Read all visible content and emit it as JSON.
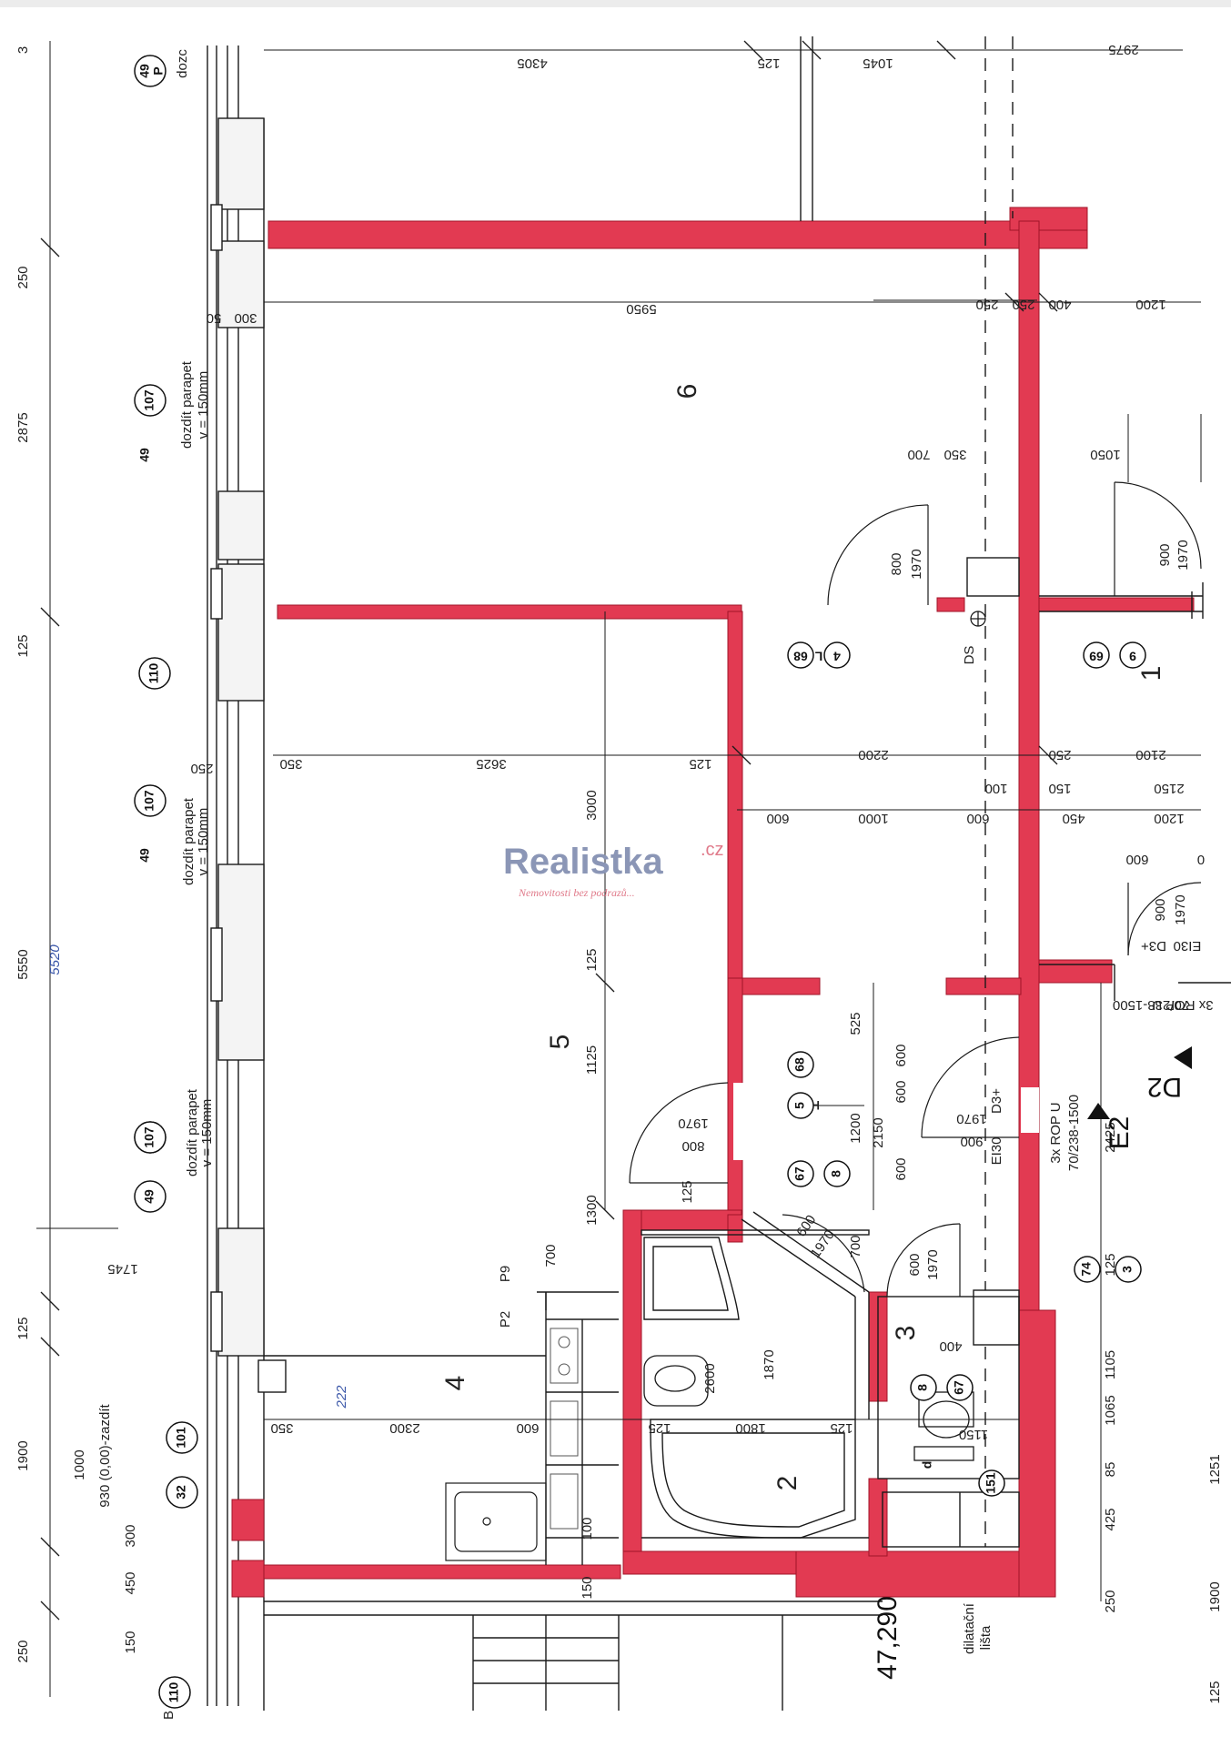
{
  "colors": {
    "wall": "#e23a52",
    "wall_edge": "#a01428",
    "line": "#1a1a1a",
    "paper": "#ffffff"
  },
  "rooms": {
    "r1": "1",
    "r2": "2",
    "r3": "3",
    "r4": "4",
    "r5": "5",
    "r6": "6"
  },
  "top_dims": {
    "d4305": "4305",
    "d125": "125",
    "d1045": "1045",
    "d2975": "2975"
  },
  "left_dims": {
    "d250a": "250",
    "d2875": "2875",
    "d125a": "125",
    "d5550": "5550",
    "d1745": "1745",
    "d125b": "125",
    "d1900": "1900",
    "d1000": "1000",
    "d930": "930 (0,00)-zazdít",
    "d300": "300",
    "d450": "450",
    "d250b": "250",
    "d150": "150",
    "hand": "5520"
  },
  "right_dims": {
    "d2425": "2425",
    "d125": "125",
    "d1105": "1105",
    "d1065": "1065",
    "d85": "85",
    "d425": "425",
    "d250": "250",
    "d1251": "1251",
    "d1900": "1900",
    "d125b": "125"
  },
  "row_dims_r6": {
    "d5950": "5950",
    "d250": "250",
    "d250b": "250",
    "d400": "400",
    "d1200": "1200",
    "d300": "300",
    "d50": "50"
  },
  "row_dims_mid": {
    "d350": "350",
    "d3625": "3625",
    "d125": "125",
    "d2200": "2200",
    "d250": "250",
    "d2100": "2100",
    "d250b": "250"
  },
  "row_dims_600": {
    "d600a": "600",
    "d1000": "1000",
    "d600b": "600",
    "d450": "450",
    "d1200": "1200",
    "d100": "100",
    "d150": "150",
    "d2150": "2150",
    "d600c": "600",
    "d0": "0"
  },
  "row_dims_r4": {
    "d350": "350",
    "d2300": "2300",
    "d600": "600",
    "d125": "125",
    "d1800": "1800",
    "d125b": "125",
    "d1150": "1150",
    "d400": "400"
  },
  "vertical_dims": {
    "d3000": "3000",
    "d125": "125",
    "d1125": "1125",
    "d1300": "1300",
    "d700": "700",
    "d125b": "125",
    "d100": "100",
    "d150": "150",
    "d2600": "2600",
    "d1870": "1870",
    "d525": "525",
    "d1200": "1200",
    "d2150": "2150",
    "d600a": "600",
    "d600b": "600",
    "d700b": "700",
    "d350": "350",
    "d700c": "700",
    "d1050": "1050"
  },
  "doors": {
    "r6_w": "800",
    "r6_h": "1970",
    "r1_w": "900",
    "r1_h": "1970",
    "r5_w": "800",
    "r5_h": "1970",
    "hall_w": "900",
    "hall_h": "1970",
    "bath_w": "600",
    "bath_h": "1970",
    "wc_w": "600",
    "wc_h": "1970",
    "right_w": "900",
    "right_h": "1970",
    "d3": "D3+",
    "ei30": "EI30",
    "d3b": "D3+",
    "ei30b": "EI30",
    "d600c": "600"
  },
  "tags": {
    "t49a": "49",
    "tp": "P",
    "t107a": "107",
    "t49b": "49",
    "t107b": "107",
    "t110a": "110",
    "t49c": "49",
    "t107c": "107",
    "t101": "101",
    "t32": "32",
    "t110b": "110",
    "t68a": "68",
    "t4": "4",
    "tL": "L",
    "t69": "69",
    "t9": "9",
    "t68b": "68",
    "t5": "5",
    "t67a": "67",
    "t8a": "8",
    "t74": "74",
    "t3": "3",
    "t8b": "8",
    "t67b": "67",
    "t151": "151",
    "td": "d",
    "t49d": "49"
  },
  "notes": {
    "parapet1": "dozdít parapet",
    "parapet1v": "v = 150mm",
    "parapet2": "dozdít parapet",
    "parapet2v": "v = 150mm",
    "parapet3": "dozdít parapet",
    "parapet3v": "v = 150mm",
    "dozc": "dozc",
    "rop1": "3x ROP U",
    "rop1b": "70/238-1500",
    "rop2": "3x ROP U",
    "rop2b": "70/238-1500",
    "ds": "DS",
    "e2": "E2",
    "d2": "D2",
    "level": "47,290",
    "dilat": "dilatační",
    "lista": "lišta",
    "p2": "P2",
    "p9": "P9",
    "hand2": "222",
    "corner3": "3",
    "cornerb": "B"
  },
  "watermark": {
    "brand": "Realistka",
    "tld": ".cz",
    "slogan": "Nemovitosti bez podrazů..."
  }
}
